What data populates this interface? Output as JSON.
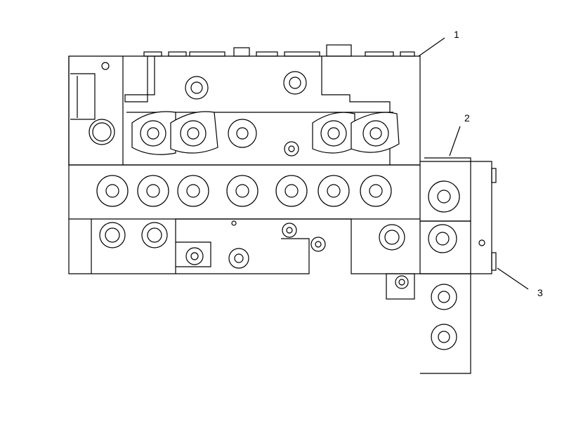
{
  "callouts": {
    "c1": "1",
    "c2": "2",
    "c3": "3"
  },
  "icons": {
    "fitting": "hydraulic-port-fitting",
    "bolt": "bolt-head"
  },
  "colors": {
    "line": "#000000",
    "background": "#ffffff"
  }
}
